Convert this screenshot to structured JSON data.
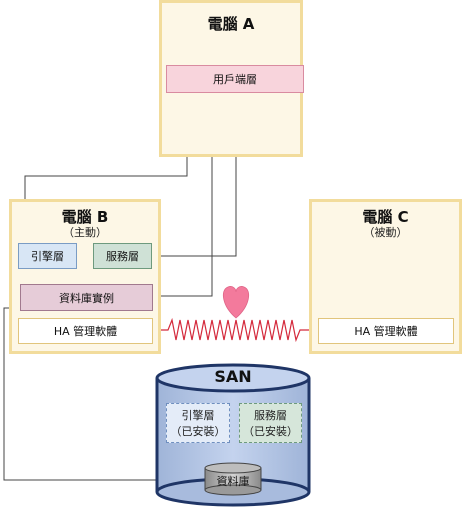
{
  "computer_a": {
    "title": "電腦 A",
    "client_layer": "用戶端層"
  },
  "computer_b": {
    "title": "電腦 B",
    "subtitle": "（主動）",
    "engine_layer": "引擎層",
    "service_layer": "服務層",
    "db_instance": "資料庫實例",
    "ha_software": "HA 管理軟體"
  },
  "computer_c": {
    "title": "電腦 C",
    "subtitle": "（被動）",
    "ha_software": "HA 管理軟體"
  },
  "san": {
    "title": "SAN",
    "engine_installed_line1": "引擎層",
    "engine_installed_line2": "（已安裝）",
    "service_installed_line1": "服務層",
    "service_installed_line2": "（已安裝）",
    "database": "資料庫"
  },
  "icons": {
    "heartbeat": "heart-icon"
  },
  "colors": {
    "computer_fill": "#fdf7e6",
    "computer_border": "#f2dc9c",
    "heartbeat_line": "#d42a3c",
    "heart": "#f37a9c",
    "san_fill": "#b4c6e7"
  }
}
